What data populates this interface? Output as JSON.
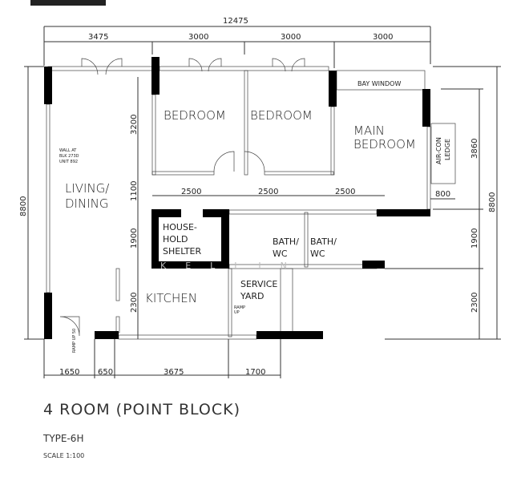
{
  "plan": {
    "title": "4 ROOM (POINT BLOCK)",
    "type": "TYPE-6H",
    "scale": "SCALE 1:100",
    "watermark": "KELLIN",
    "rooms": {
      "bedroom1": "BEDROOM",
      "bedroom2": "BEDROOM",
      "main1": "MAIN",
      "main2": "BEDROOM",
      "living1": "LIVING/",
      "living2": "DINING",
      "shelter1": "HOUSE-",
      "shelter2": "HOLD",
      "shelter3": "SHELTER",
      "bath1a": "BATH/",
      "bath1b": "WC",
      "bath2a": "BATH/",
      "bath2b": "WC",
      "kitchen": "KITCHEN",
      "yard1": "SERVICE",
      "yard2": "YARD",
      "bay": "BAY WINDOW",
      "aircon1": "AIR-CON",
      "aircon2": "LEDGE"
    },
    "notes": {
      "wall1": "WALL AT",
      "wall2": "BLK 273D",
      "wall3": "UNIT 892",
      "ramp": "RAMP",
      "up": "UP",
      "rampup50": "RAMP UP 50"
    },
    "dims": {
      "total_top": "12475",
      "top": [
        "3475",
        "3000",
        "3000",
        "3000"
      ],
      "left_total": "8800",
      "left": [
        "3200",
        "1100",
        "1900",
        "2300"
      ],
      "inner": [
        "2500",
        "2500",
        "2500"
      ],
      "right_total": "8800",
      "right": [
        "3860",
        "1900",
        "2300"
      ],
      "ledge": "800",
      "bottom": [
        "1650",
        "650",
        "3675",
        "1700"
      ]
    }
  }
}
